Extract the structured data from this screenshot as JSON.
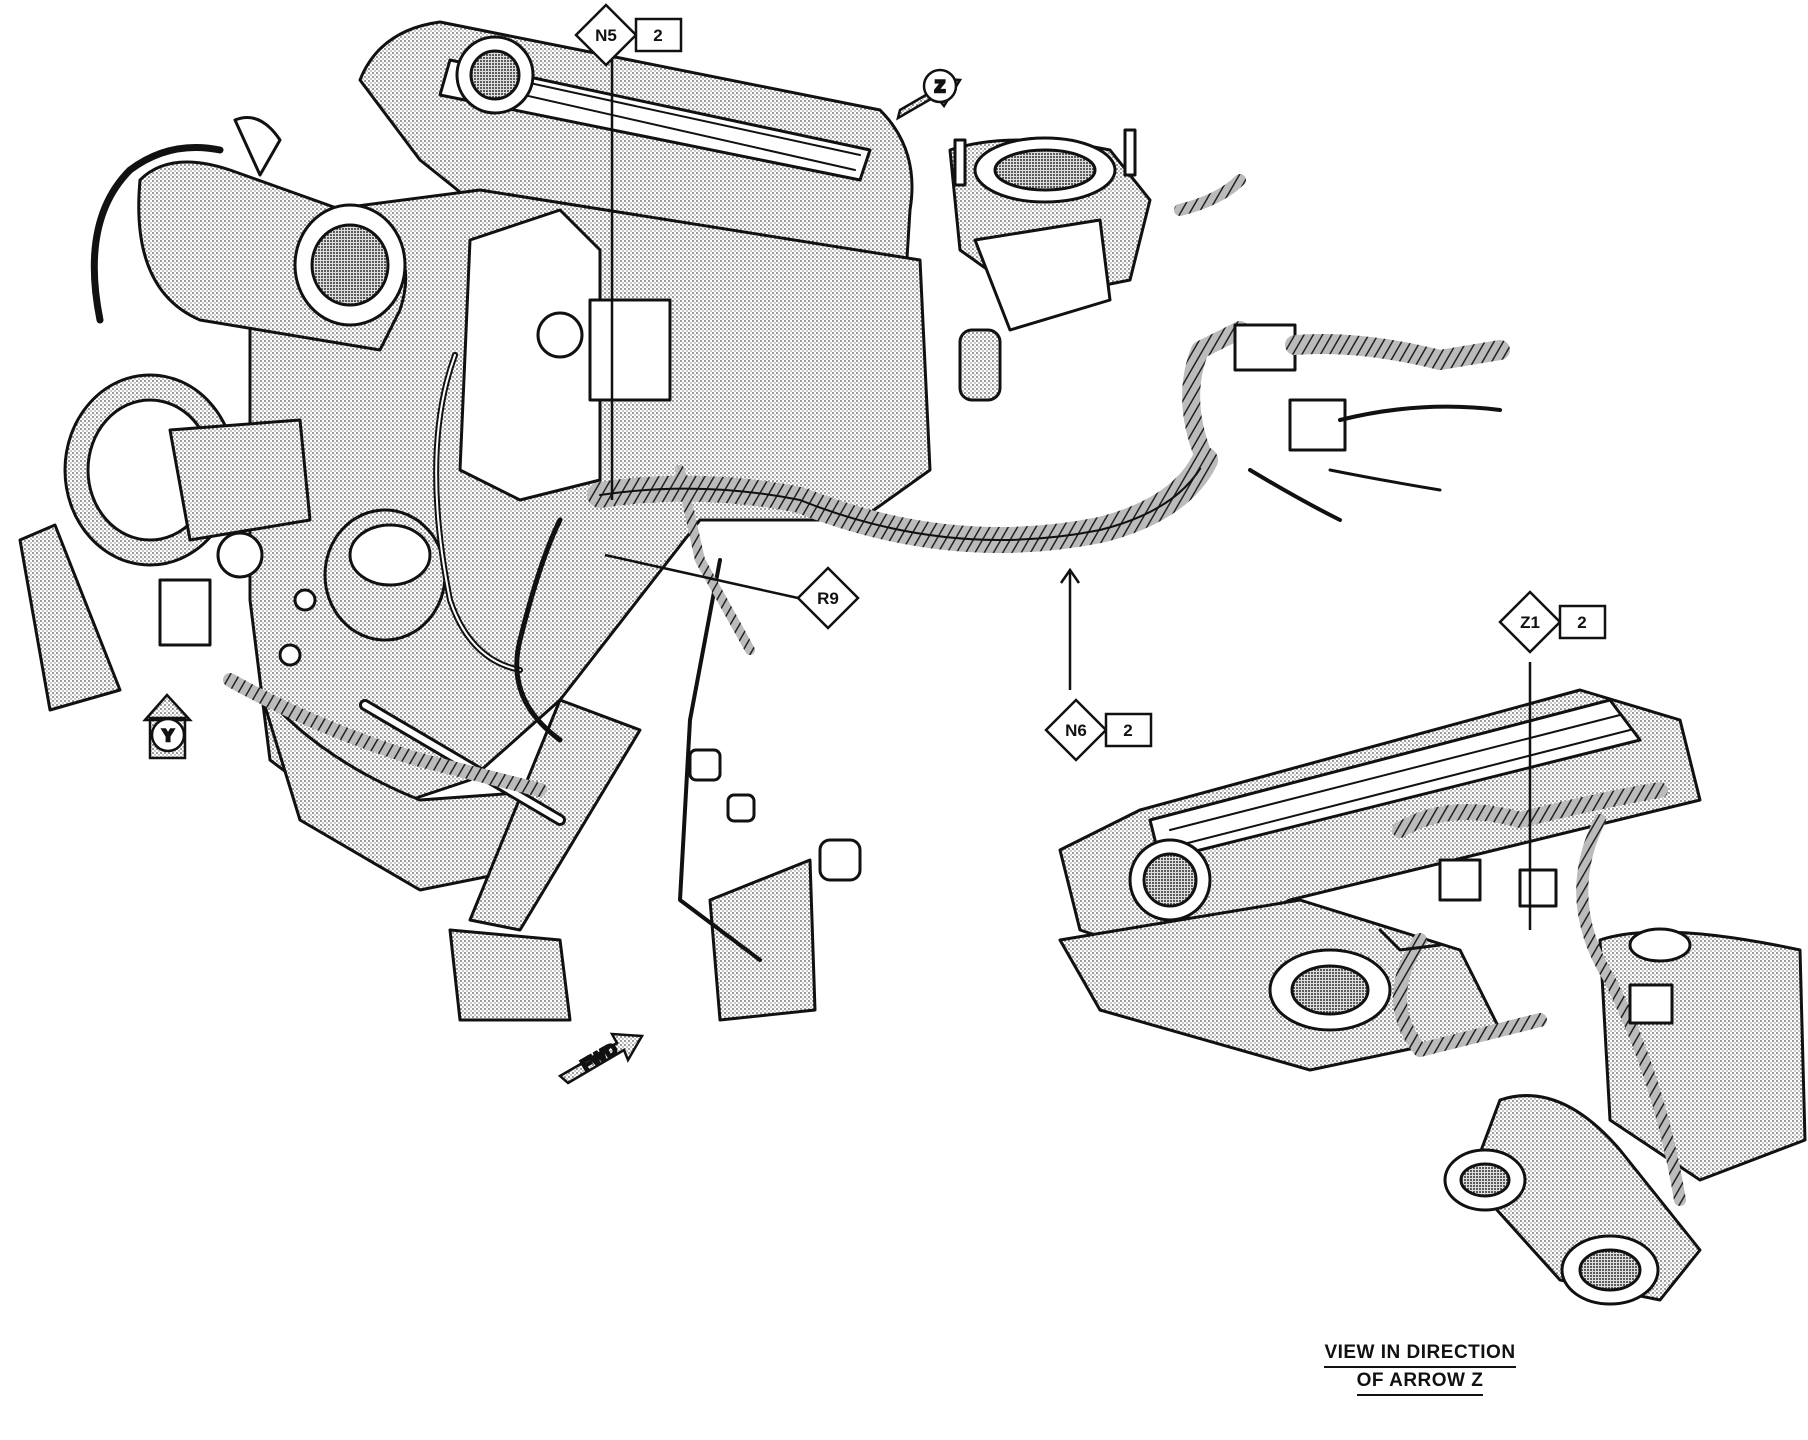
{
  "callouts": {
    "n5": {
      "code": "N5",
      "sheet": "2"
    },
    "n6": {
      "code": "N6",
      "sheet": "2"
    },
    "z1": {
      "code": "Z1",
      "sheet": "2"
    },
    "r9": {
      "code": "R9"
    }
  },
  "view_arrows": {
    "z": "Z",
    "y": "Y",
    "fwd": "FWD"
  },
  "caption": {
    "line1": "VIEW IN DIRECTION",
    "line2": "OF ARROW Z"
  },
  "colors": {
    "ink": "#111111",
    "shade": "#c8c8c8",
    "paper": "#ffffff"
  }
}
